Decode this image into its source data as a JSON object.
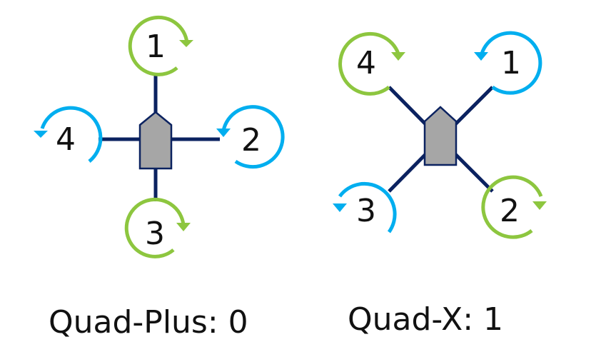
{
  "colors": {
    "arm": "#0b2260",
    "body_fill": "#a6a6a6",
    "body_stroke": "#0b2260",
    "cw": "#8dc63f",
    "ccw": "#00aeef",
    "label": "#111111"
  },
  "configs": [
    {
      "id": "quad-plus",
      "caption": "Quad-Plus: 0",
      "motors": [
        {
          "label": "1",
          "direction": "cw"
        },
        {
          "label": "2",
          "direction": "ccw"
        },
        {
          "label": "3",
          "direction": "cw"
        },
        {
          "label": "4",
          "direction": "ccw"
        }
      ]
    },
    {
      "id": "quad-x",
      "caption": "Quad-X: 1",
      "motors": [
        {
          "label": "1",
          "direction": "ccw"
        },
        {
          "label": "2",
          "direction": "cw"
        },
        {
          "label": "3",
          "direction": "ccw"
        },
        {
          "label": "4",
          "direction": "cw"
        }
      ]
    }
  ]
}
